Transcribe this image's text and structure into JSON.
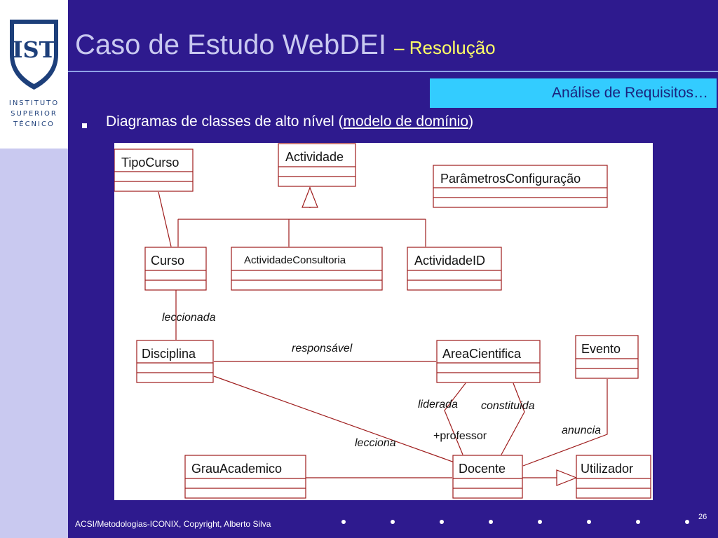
{
  "logo": {
    "emblem": "IST",
    "lines": [
      "INSTITUTO",
      "SUPERIOR",
      "TÉCNICO"
    ]
  },
  "title": {
    "main": "Caso de Estudo WebDEI",
    "sub": "– Resolução"
  },
  "section_label": "Análise de Requisitos…",
  "bullet": {
    "before": "Diagramas de classes de alto nível (",
    "link": "modelo de domínio",
    "after": ")"
  },
  "diagram": {
    "classes": {
      "tipocurso": "TipoCurso",
      "actividade": "Actividade",
      "parametros": "ParâmetrosConfiguração",
      "curso": "Curso",
      "consultoria": "ActividadeConsultoria",
      "actid": "ActividadeID",
      "disciplina": "Disciplina",
      "areacientifica": "AreaCientifica",
      "evento": "Evento",
      "grauacademico": "GrauAcademico",
      "docente": "Docente",
      "utilizador": "Utilizador"
    },
    "associations": {
      "leccionada": "leccionada",
      "responsavel": "responsável",
      "liderada": "liderada",
      "constituida": "constituida",
      "professor": "+professor",
      "lecciona": "lecciona",
      "anuncia": "anuncia"
    },
    "colors": {
      "line": "#9e1c1c",
      "text": "#111111"
    }
  },
  "footer": "ACSI/Metodologias-ICONIX, Copyright, Alberto Silva",
  "page_number": "26",
  "colors": {
    "background": "#2e1a8e",
    "sidebar": "#c9c9f0",
    "title": "#c9c9f0",
    "subtitle": "#ffff66",
    "section_box": "#33ccff"
  }
}
